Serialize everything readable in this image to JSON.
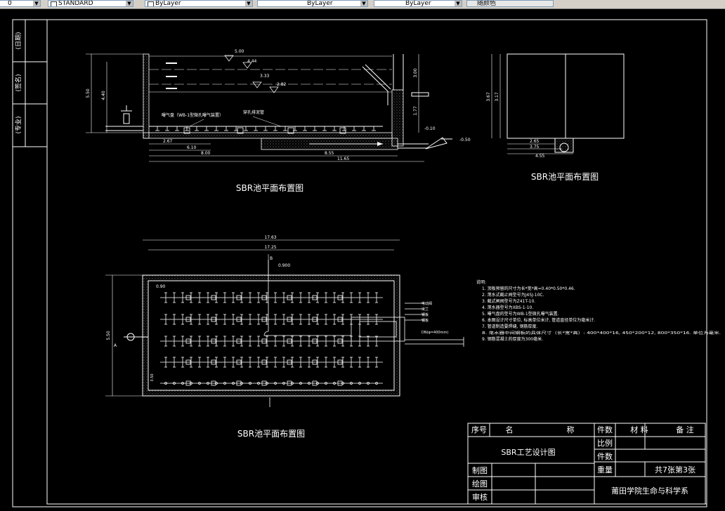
{
  "toolbar": {
    "layer_value": "0",
    "style_value": "STANDARD",
    "color_value": "ByLayer",
    "linetype_value": "ByLayer",
    "lineweight_value": "ByLayer",
    "plotstyle_value": "随颜色"
  },
  "drawing": {
    "section_title": "SBR池平面布置图",
    "side_title": "SBR池平面布置图",
    "plan_title": "SBR池平面布置图",
    "section_dims": {
      "h_total": "5.50",
      "h_inner": "4.40",
      "lvl_500": "5.00",
      "lvl_444": "4.44",
      "lvl_333": "3.33",
      "lvl_282": "2.82",
      "right_h1": "3.00",
      "right_h2": "1.77",
      "bottom_267": "2.67",
      "bottom_610": "6.10",
      "bottom_800": "8.00",
      "bottom_mid": "8.55",
      "bottom_1165": "11.65",
      "elev_neg010": "-0.10",
      "elev_neg050": "-0.50",
      "aerator_note": "曝气盘（WB-1型微孔曝气装置）",
      "pipe_note": "穿孔排泥管"
    },
    "side_dims": {
      "h1": "3.67",
      "h2": "3.17",
      "w1": "2.65",
      "w2": "3.75",
      "w3": "4.55"
    },
    "plan_dims": {
      "w_outer": "17.63",
      "w_inner": "17.25",
      "h": "5.50",
      "d_090": "0.90",
      "d_0900": "0.900",
      "d_right": "3.50",
      "pipe": "DN(φ=400mm)",
      "section_a": "A",
      "section_b": "B",
      "callouts": [
        "电动阀",
        "法兰",
        "钢板",
        "钢板"
      ]
    },
    "notes": {
      "heading": "说明:",
      "lines": [
        "1. 顶板预留的尺寸为长*宽*高=0.40*0.50*0.46.",
        "2. 滗水式截止阀型号为J45J-10C.",
        "3. 截式闸阀型号为Z41T-10.",
        "4. 滗水器型号为XBS-1-10.",
        "5. 曝气盘的型号为WB-1型微孔曝气装置.",
        "6. 本图设计尺寸单位, 标高单位米计, 管道直径单位为毫米计.",
        "7. 管道制造要焊缝, 钢筋厚度.",
        "8. 滗水器中间钢板的具体尺寸（长*宽*高）: 400*400*16, 450*200*12, 800*350*16. 单位为毫米.",
        "9. 钢筋混凝土的厚度为300毫米."
      ]
    },
    "margin_cells": [
      "(日期)",
      "(签名)",
      "(专业)"
    ]
  },
  "title_block": {
    "col_seq": "序号",
    "col_name1": "名",
    "col_name2": "称",
    "col_count": "件数",
    "col_material": "材 料",
    "col_remark": "备 注",
    "design_title": "SBR工艺设计图",
    "scale_label": "比例",
    "count_label": "件数",
    "weight_label": "重量",
    "sheet_info": "共7张第3张",
    "drawn_label": "制图",
    "plotted_label": "绘图",
    "review_label": "审核",
    "school": "莆田学院生命与科学系"
  }
}
